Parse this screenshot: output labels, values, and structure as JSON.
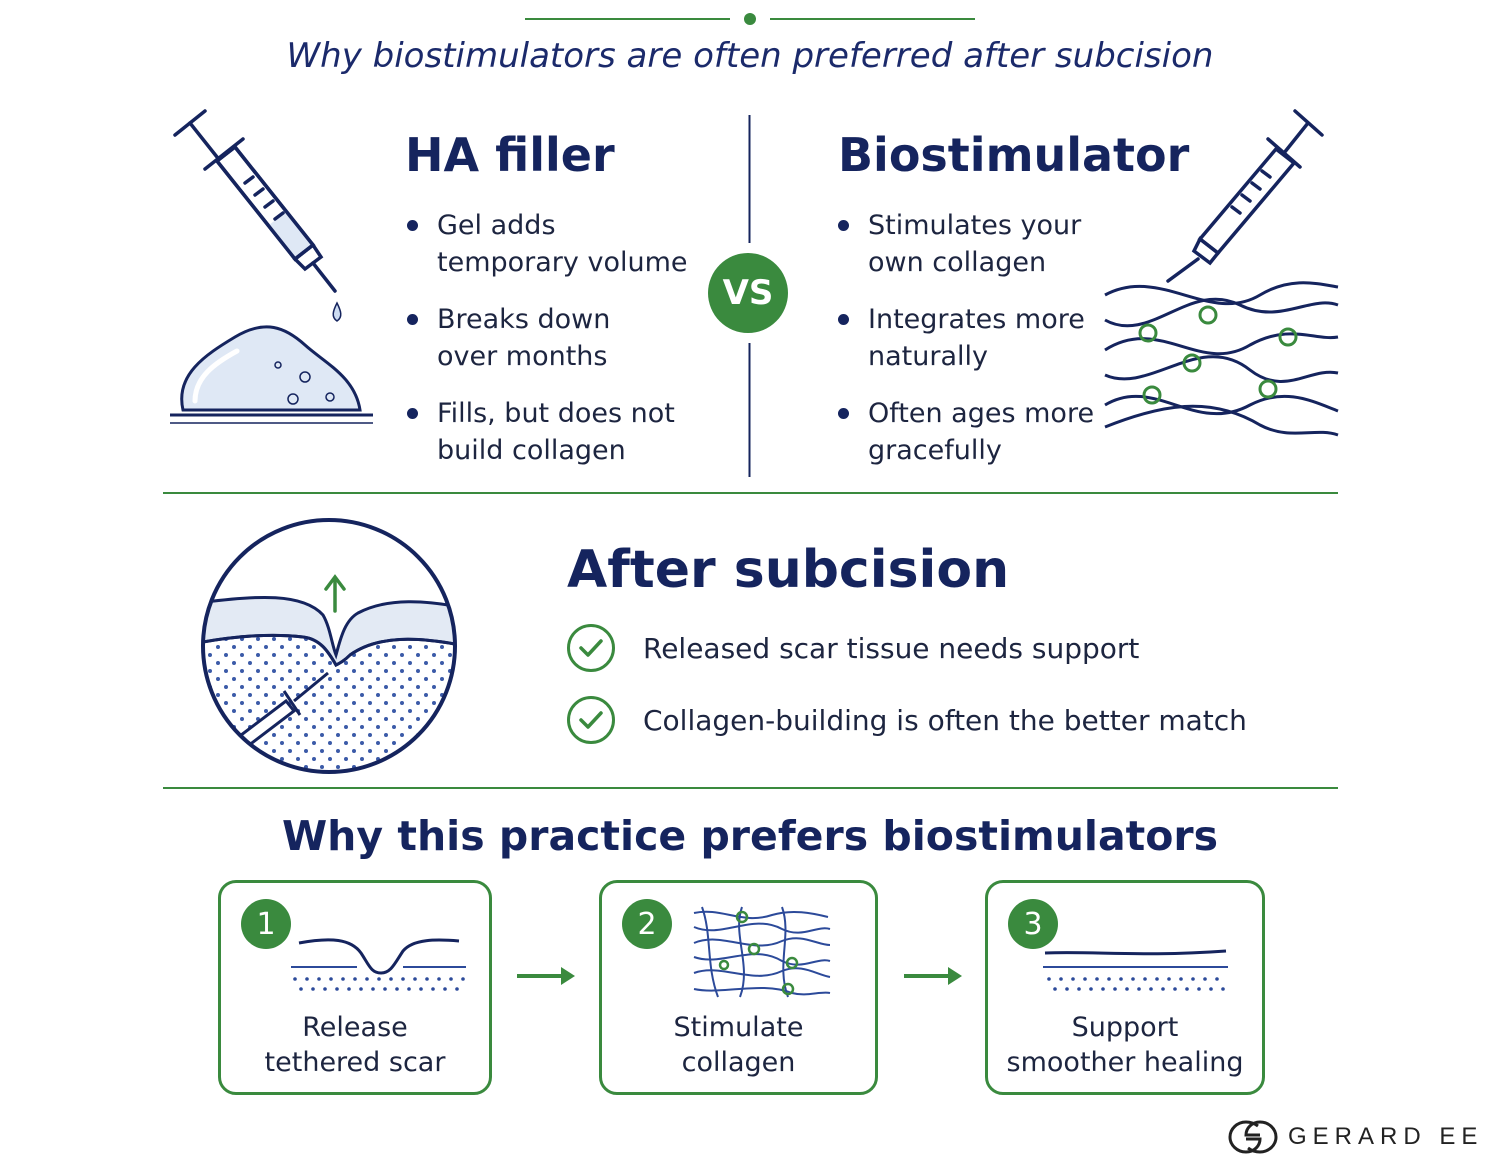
{
  "header": {
    "subtitle": "Why biostimulators are often preferred after subcision"
  },
  "comparison": {
    "ha_filler": {
      "title": "HA filler",
      "bullets": [
        [
          "Gel adds",
          "temporary volume"
        ],
        [
          "Breaks down",
          "over months"
        ],
        [
          "Fills, but does not",
          "build collagen"
        ]
      ]
    },
    "vs_label": "VS",
    "biostimulator": {
      "title": "Biostimulator",
      "bullets": [
        [
          "Stimulates your",
          "own collagen"
        ],
        [
          "Integrates more",
          "naturally"
        ],
        [
          "Often ages more",
          "gracefully"
        ]
      ]
    }
  },
  "after_subcision": {
    "title": "After subcision",
    "checks": [
      "Released scar tissue needs support",
      "Collagen-building is often the better match"
    ]
  },
  "practice": {
    "title": "Why this practice prefers biostimulators",
    "steps": [
      {
        "num": "1",
        "line1": "Release",
        "line2": "tethered scar"
      },
      {
        "num": "2",
        "line1": "Stimulate",
        "line2": "collagen"
      },
      {
        "num": "3",
        "line1": "Support",
        "line2": "smoother healing"
      }
    ]
  },
  "logo": {
    "text": "GERARD EE"
  },
  "colors": {
    "navy": "#15245e",
    "green": "#3a8a3e",
    "gel": "#dfe8f5"
  }
}
